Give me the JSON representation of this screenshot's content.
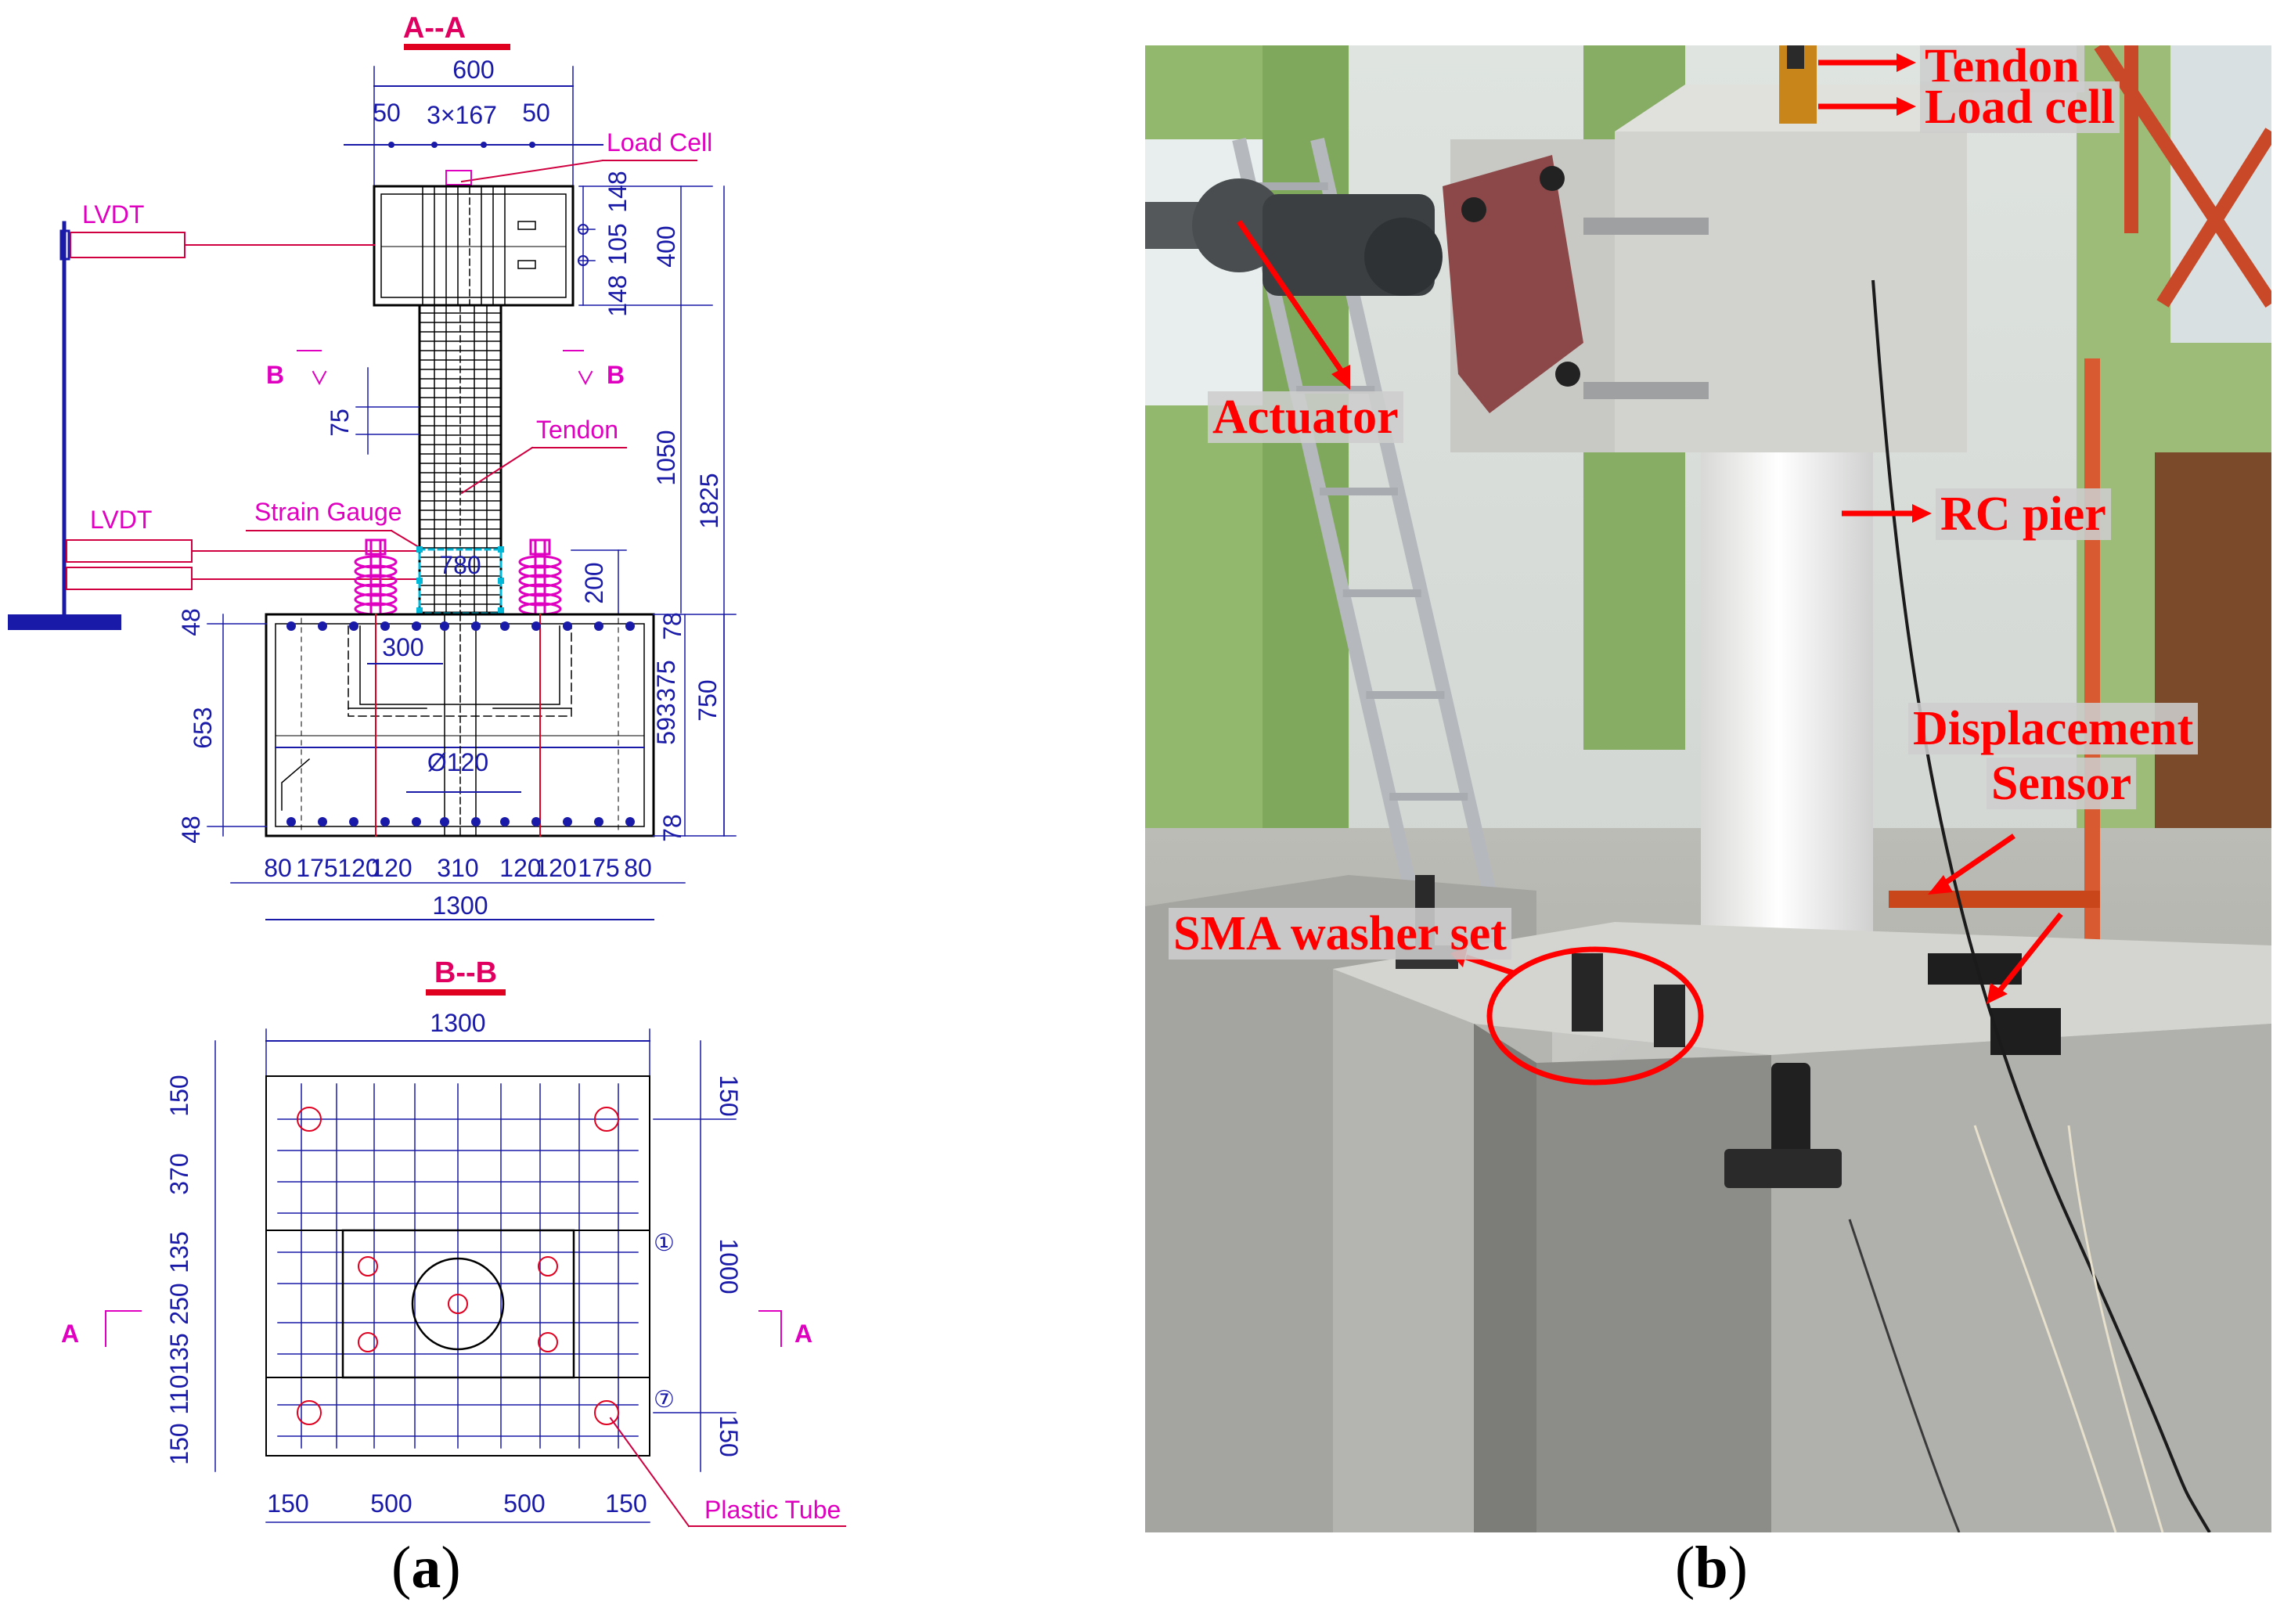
{
  "panel_a": {
    "section_aa": "A--A",
    "section_bb": "B--B",
    "labels": {
      "load_cell": "Load Cell",
      "lvdt_top": "LVDT",
      "lvdt_bottom": "LVDT",
      "tendon": "Tendon",
      "strain_gauge": "Strain Gauge",
      "plastic_tube": "Plastic Tube",
      "b_left": "B",
      "b_right": "B",
      "a_left": "A",
      "a_right": "A",
      "marker_1": "①",
      "marker_7": "⑦"
    },
    "dims_aa": {
      "top_width": "600",
      "top_left": "50",
      "top_mid": "3×167",
      "top_right": "50",
      "cap_top": "148",
      "cap_mid": "105",
      "cap_bottom": "148",
      "cap_height": "400",
      "pier_height": "1050",
      "total_height": "1825",
      "spacing_75": "75",
      "width_780": "780",
      "height_200": "200",
      "dim_300": "300",
      "diameter": "Ø120",
      "footing_top_cover": "48",
      "footing_inner": "653",
      "footing_bottom_cover": "48",
      "right_78_top": "78",
      "right_375": "375",
      "right_593": "593",
      "right_750": "750",
      "right_78_bottom": "78",
      "bottom_row": [
        "80",
        "175",
        "120",
        "120",
        "310",
        "120",
        "120",
        "175",
        "80"
      ],
      "footing_width": "1300"
    },
    "dims_bb": {
      "top_width": "1300",
      "left": [
        "150",
        "370",
        "135",
        "250",
        "135",
        "110",
        "150"
      ],
      "right_top": "150",
      "right_mid": "1000",
      "right_bottom": "150",
      "bottom": [
        "150",
        "500",
        "500",
        "150"
      ]
    }
  },
  "panel_b": {
    "labels": {
      "tendon": "Tendon",
      "load_cell": "Load cell",
      "actuator": "Actuator",
      "rc_pier": "RC pier",
      "displacement_line1": "Displacement",
      "displacement_line2": "Sensor",
      "sma_washer": "SMA washer set"
    }
  },
  "captions": {
    "a": "a",
    "b": "b"
  },
  "colors": {
    "dimension": "#1a1aa8",
    "label": "#e000c0",
    "arrow": "#ff0000",
    "section": "#e00060"
  }
}
